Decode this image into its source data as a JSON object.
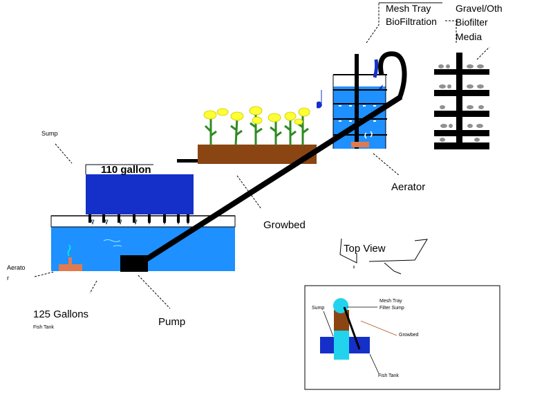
{
  "labels": {
    "mesh_tray_line1": "Mesh Tray",
    "mesh_tray_line2": "BioFiltration",
    "gravel_line1": "Gravel/Oth",
    "gravel_line2": "Biofilter",
    "gravel_line3": "Media",
    "sump": "Sump",
    "tank_110": "110 gallon",
    "growbed": "Growbed",
    "aerator_right": "Aerator",
    "aerator_left_line1": "Aerato",
    "aerator_left_line2": "r",
    "gallons_125": "125 Gallons",
    "fish_tank": "Fish Tank",
    "pump": "Pump",
    "top_view": "Top View"
  },
  "top_view": {
    "sump": "Sump",
    "mesh_tray_line1": "Mesh Tray",
    "mesh_tray_line2": "Filter Sump",
    "growbed": "Growbed",
    "fish_tank": "Fish Tank"
  },
  "colors": {
    "water": "#1e90ff",
    "tank_dark": "#1530c8",
    "soil": "#8b4513",
    "plant": "#2e8b22",
    "flower": "#ffff33",
    "aerator": "#e07b50",
    "pipe": "#000000",
    "cyan": "#22d3ee"
  }
}
